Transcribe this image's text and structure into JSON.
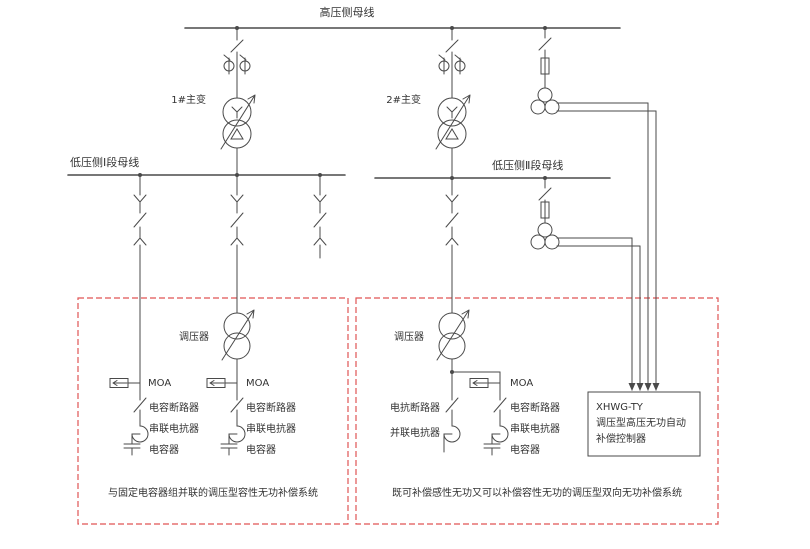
{
  "diagram": {
    "colors": {
      "line": "#4a4a4a",
      "accent": "#e05555",
      "text": "#333333",
      "background": "#ffffff"
    },
    "hv_bus_label": "高压侧母线",
    "lv_bus1_label": "低压侧Ⅰ段母线",
    "lv_bus2_label": "低压侧Ⅱ段母线",
    "t1_label": "1#主变",
    "t2_label": "2#主变",
    "left": {
      "regulator": "调压器",
      "b1_moa": "MOA",
      "b1_breaker": "电容断路器",
      "b1_reactor": "串联电抗器",
      "b1_cap": "电容器",
      "b2_moa": "MOA",
      "b2_breaker": "电容断路器",
      "b2_reactor": "串联电抗器",
      "b2_cap": "电容器",
      "caption": "与固定电容器组并联的调压型容性无功补偿系统"
    },
    "right": {
      "regulator": "调压器",
      "l_breaker": "电抗断路器",
      "l_reactor": "并联电抗器",
      "c_moa": "MOA",
      "c_breaker": "电容断路器",
      "c_reactor": "串联电抗器",
      "c_cap": "电容器",
      "caption": "既可补偿感性无功又可以补偿容性无功的调压型双向无功补偿系统"
    },
    "controller": {
      "line1": "XHWG-TY",
      "line2": "调压型高压无功自动",
      "line3": "补偿控制器"
    }
  }
}
